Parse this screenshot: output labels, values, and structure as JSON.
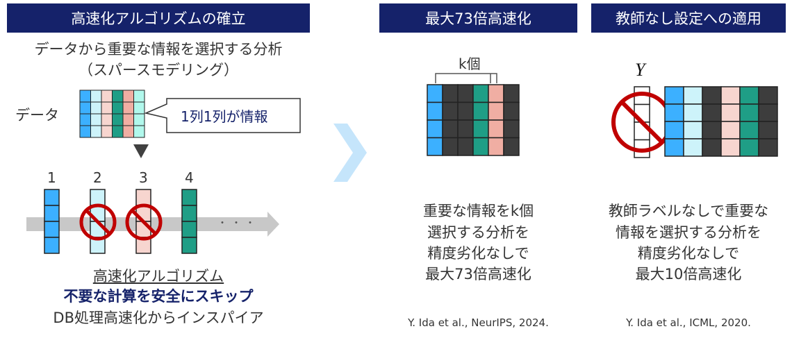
{
  "left": {
    "header": "高速化アルゴリズムの確立",
    "subtitle1": "データから重要な情報を選択する分析",
    "subtitle2": "（スパースモデリング）",
    "data_label": "データ",
    "callout": "1列1列が情報",
    "column_numbers": [
      "1",
      "2",
      "3",
      "4"
    ],
    "dots": "・・・",
    "caption1": "高速化アルゴリズム",
    "caption2": "不要な計算を安全にスキップ",
    "caption3": "DB処理高速化からインスパイア"
  },
  "middle": {
    "header": "最大73倍高速化",
    "k_label": "k個",
    "lines": [
      "重要な情報をk個",
      "選択する分析を",
      "精度劣化なしで",
      "最大73倍高速化"
    ],
    "reference": "Y. Ida et al., NeurIPS, 2024."
  },
  "right": {
    "header": "教師なし設定への適用",
    "y_label": "Y",
    "lines": [
      "教師ラベルなしで重要な",
      "情報を選択する分析を",
      "精度劣化なしで",
      "最大10倍高速化"
    ],
    "reference": "Y. Ida et al., ICML, 2020."
  },
  "colors": {
    "navy": "#15226a",
    "blue": "#3cb0ff",
    "lightcyan": "#cdf3fa",
    "lightpink": "#f7d5cf",
    "teal": "#1f9e86",
    "salmon": "#f0aea3",
    "mint": "#b1f8ec",
    "dark": "#3d3d3d",
    "red": "#c00000"
  }
}
